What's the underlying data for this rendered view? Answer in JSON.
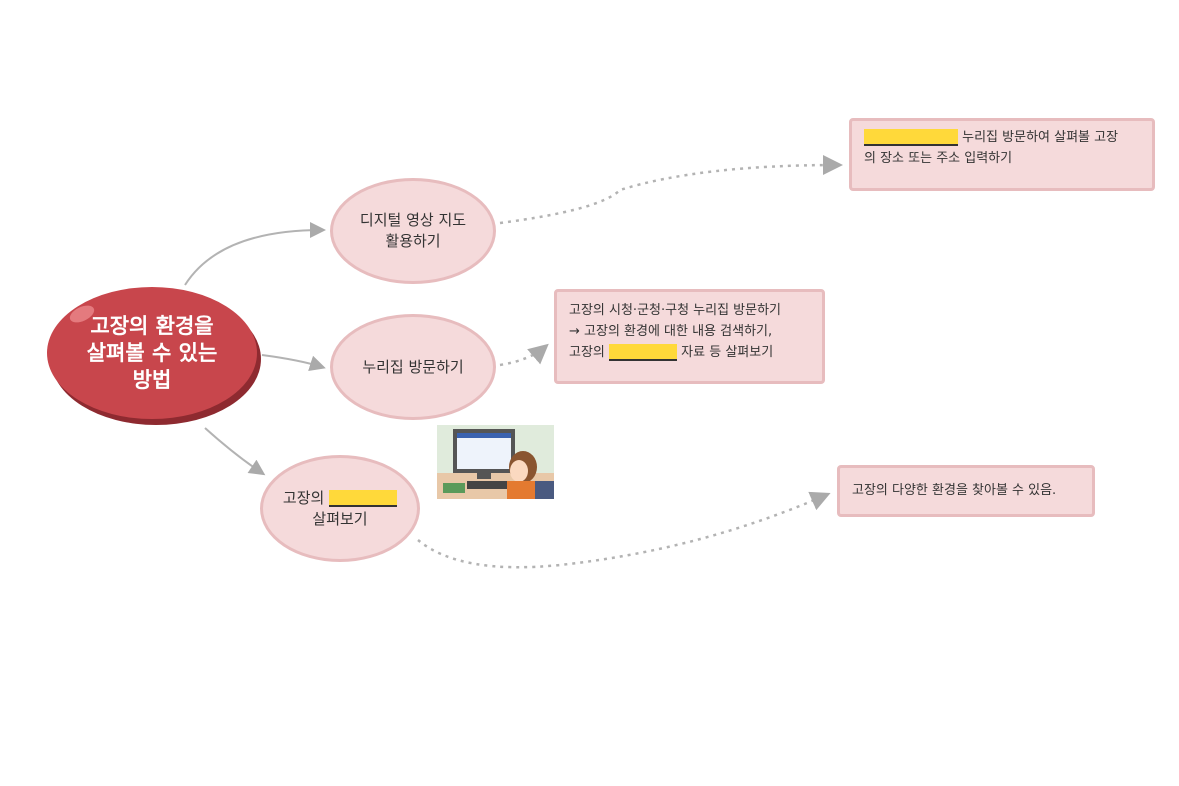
{
  "center": {
    "title_line1": "고장의 환경을",
    "title_line2": "살펴볼 수 있는",
    "title_line3": "방법"
  },
  "nodes": {
    "digital_map": {
      "line1": "디지털 영상 지도",
      "line2": "활용하기"
    },
    "homepage": {
      "label": "누리집 방문하기"
    },
    "look": {
      "prefix": "고장의",
      "line2": "살펴보기"
    }
  },
  "boxes": {
    "digital_map": {
      "text1": "누리집 방문하여 살펴볼 고장",
      "text2": "의 장소 또는 주소 입력하기"
    },
    "homepage": {
      "line1": "고장의 시청·군청·구청 누리집 방문하기",
      "line2": "→ 고장의 환경에 대한 내용 검색하기,",
      "line3_prefix": "고장의",
      "line3_suffix": "자료 등 살펴보기"
    },
    "look": {
      "text": "고장의 다양한 환경을 찾아볼 수 있음."
    }
  },
  "colors": {
    "center": "#c8464c",
    "node": "#f5dadb",
    "border": "#e7bcbe",
    "blank": "#ffd93a"
  }
}
